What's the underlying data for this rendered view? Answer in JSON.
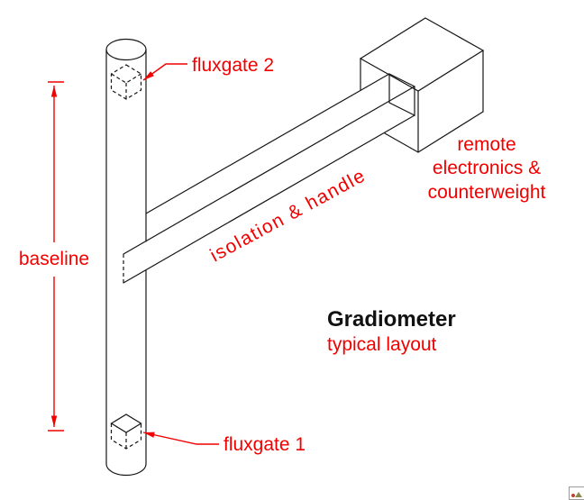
{
  "diagram": {
    "title": "Gradiometer",
    "subtitle": "typical layout",
    "labels": {
      "fluxgate_top": "fluxgate 2",
      "fluxgate_bottom": "fluxgate 1",
      "baseline": "baseline",
      "handle": "isolation & handle",
      "remote_lines": [
        "remote",
        "electronics &",
        "counterweight"
      ]
    },
    "colors": {
      "annotation": "#f20000",
      "line": "#161616"
    },
    "icons": {
      "corner": "broken-image-icon"
    }
  }
}
